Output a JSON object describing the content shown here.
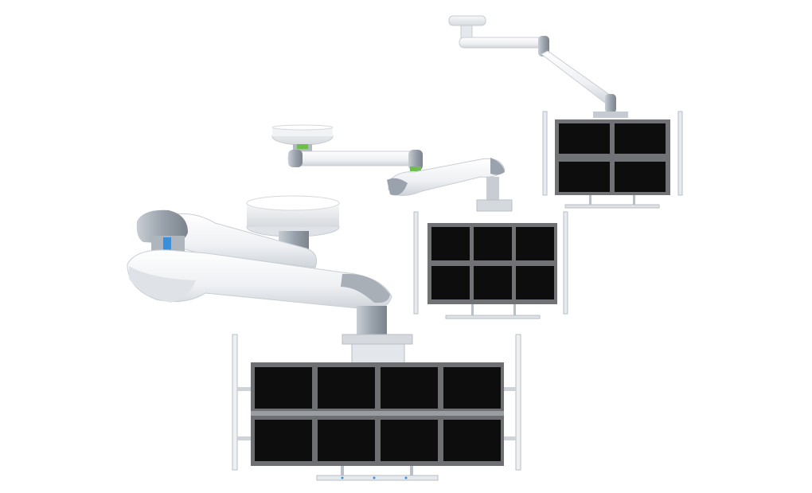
{
  "scene": {
    "description_visible_text": "",
    "colors": {
      "background": "#ffffff",
      "arm_white": "#f4f5f7",
      "arm_shadow": "#d9dde2",
      "joint_gray": "#9aa3ad",
      "joint_dark": "#7d858f",
      "accent_blue": "#3a8fd8",
      "accent_green": "#6cbf4a",
      "frame_gray": "#6d6f72",
      "screen_black": "#0d0d0d",
      "rail_white": "#eef0f2"
    },
    "mounts": [
      {
        "id": "large",
        "screens_cols": 4,
        "screens_rows": 2,
        "accent": "blue"
      },
      {
        "id": "medium",
        "screens_cols": 3,
        "screens_rows": 2,
        "accent": "green"
      },
      {
        "id": "small",
        "screens_cols": 2,
        "screens_rows": 2,
        "accent": "none"
      }
    ]
  }
}
